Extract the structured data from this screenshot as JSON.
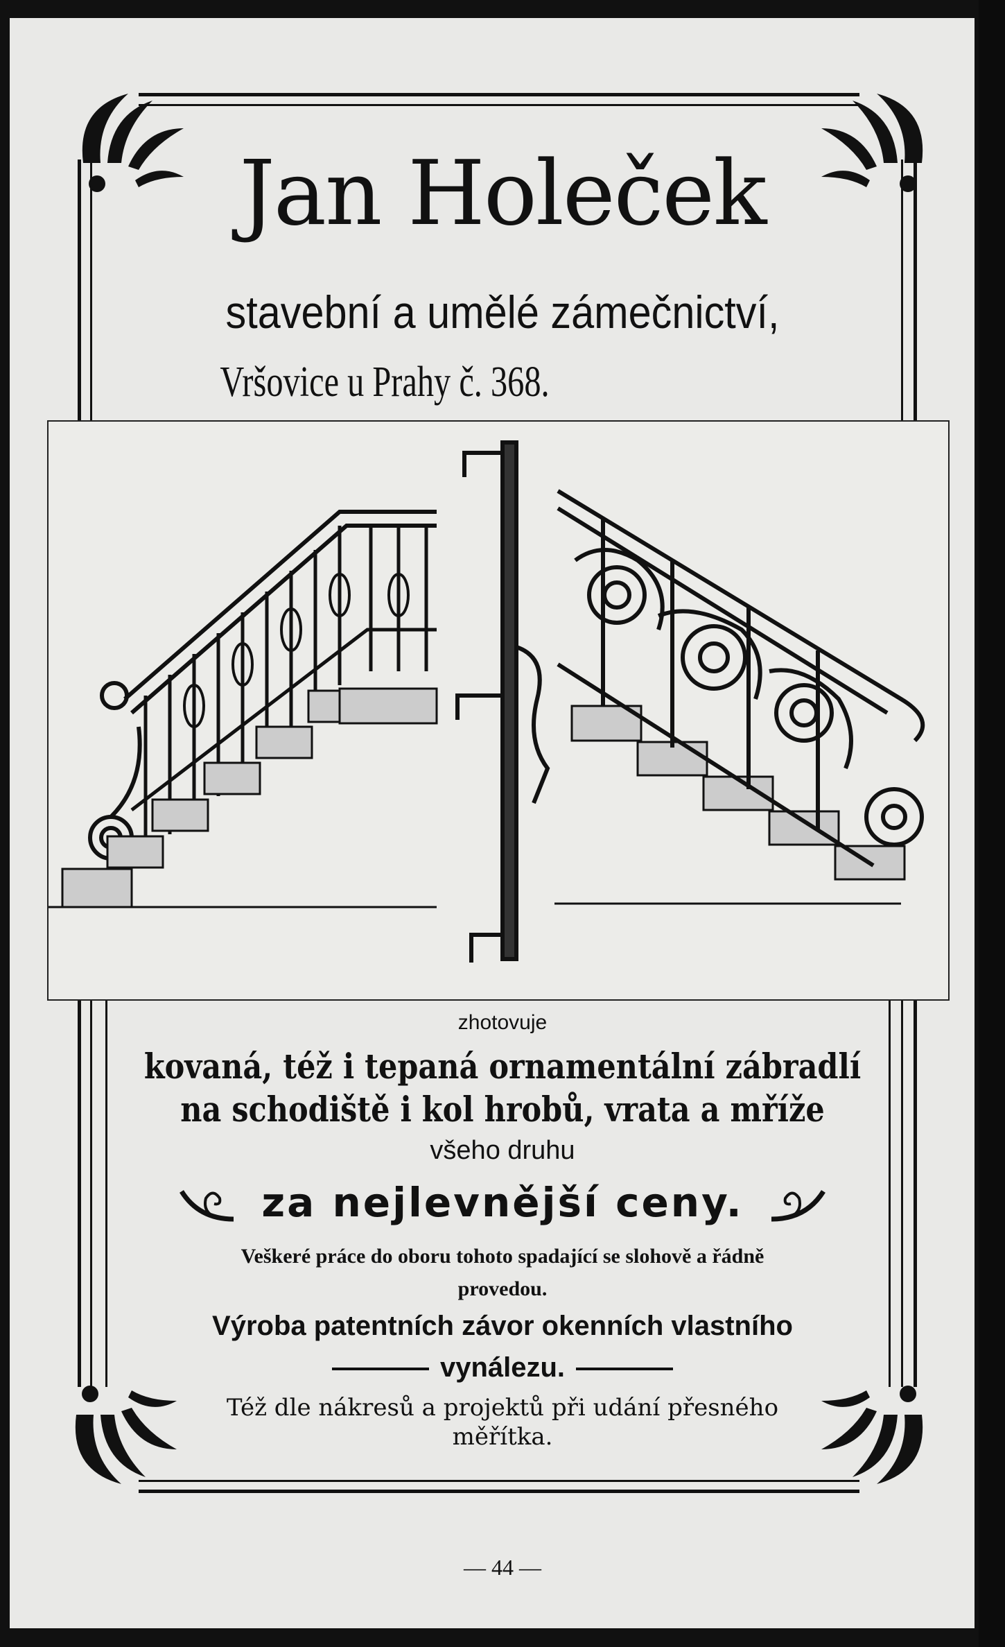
{
  "header": {
    "title": "Jan Holeček",
    "subtitle": "stavební a umělé zámečnictví,",
    "address": "Vršovice u Prahy č. 368."
  },
  "body": {
    "intro": "zhotovuje",
    "line1": "kovaná, též i tepaná ornamentální zábradlí",
    "line2": "na schodiště i kol hrobů, vrata a mříže",
    "line3": "všeho druhu",
    "slogan": "za nejlevnější ceny.",
    "note1": "Veškeré práce do oboru tohoto spadající se slohově a řádně",
    "note2": "provedou.",
    "patent1": "Výroba patentních závor okenních vlastního",
    "patent2": "vynálezu.",
    "design1": "Též dle nákresů a projektů při udání přesného",
    "design2": "měřítka."
  },
  "footer": {
    "page_number": "— 44 —"
  }
}
